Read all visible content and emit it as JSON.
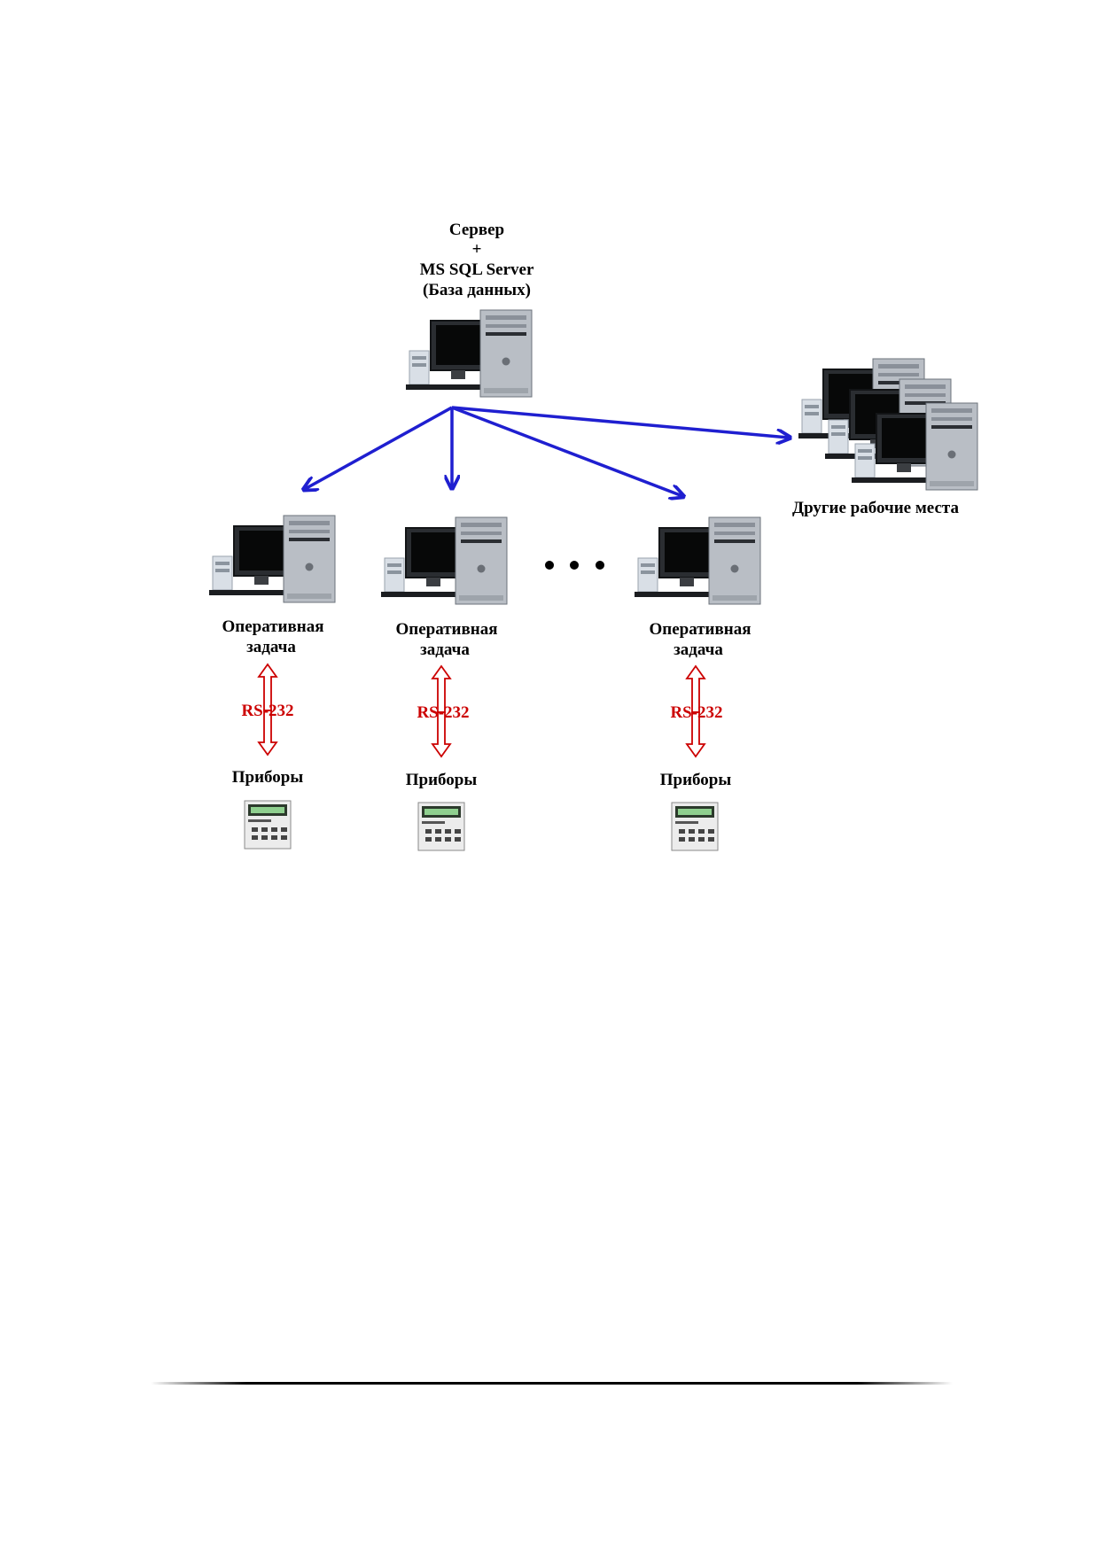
{
  "server": {
    "title": "Сервер",
    "plus": "+",
    "db_name": "MS SQL Server",
    "db_note": "(База данных)"
  },
  "other_workstations": {
    "label": "Другие рабочие места"
  },
  "workstations": [
    {
      "task_line1": "Оперативная",
      "task_line2": "задача",
      "link": "RS-232",
      "devices": "Приборы"
    },
    {
      "task_line1": "Оперативная",
      "task_line2": "задача",
      "link": "RS-232",
      "devices": "Приборы"
    },
    {
      "task_line1": "Оперативная",
      "task_line2": "задача",
      "link": "RS-232",
      "devices": "Приборы"
    }
  ],
  "colors": {
    "network_arrow": "#1f1fd0",
    "serial_link": "#cc0000"
  }
}
